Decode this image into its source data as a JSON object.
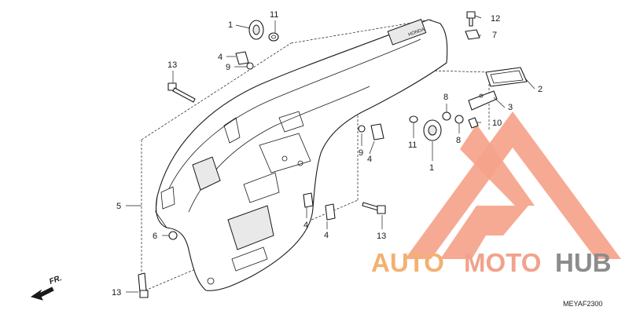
{
  "diagram_code": "MEYAF2300",
  "direction_label": "FR.",
  "watermark": {
    "brand_part1": "AUTO",
    "brand_part2": "MOTO",
    "brand_part3": "HUB",
    "color_light": "#f5a38a",
    "color_mid": "#f2a28c",
    "color_dark": "#8c8c8c"
  },
  "fender_mark": "HONDA",
  "callouts": [
    {
      "id": "c1a",
      "text": "1"
    },
    {
      "id": "c11a",
      "text": "11"
    },
    {
      "id": "c4a",
      "text": "4"
    },
    {
      "id": "c9a",
      "text": "9"
    },
    {
      "id": "c13a",
      "text": "13"
    },
    {
      "id": "c12",
      "text": "12"
    },
    {
      "id": "c7",
      "text": "7"
    },
    {
      "id": "c2",
      "text": "2"
    },
    {
      "id": "c3",
      "text": "3"
    },
    {
      "id": "c8a",
      "text": "8"
    },
    {
      "id": "c10",
      "text": "10"
    },
    {
      "id": "c8b",
      "text": "8"
    },
    {
      "id": "c11b",
      "text": "11"
    },
    {
      "id": "c1b",
      "text": "1"
    },
    {
      "id": "c9b",
      "text": "9"
    },
    {
      "id": "c4b",
      "text": "4"
    },
    {
      "id": "c5",
      "text": "5"
    },
    {
      "id": "c6",
      "text": "6"
    },
    {
      "id": "c4c",
      "text": "4"
    },
    {
      "id": "c4d",
      "text": "4"
    },
    {
      "id": "c13b",
      "text": "13"
    },
    {
      "id": "c13c",
      "text": "13"
    }
  ]
}
